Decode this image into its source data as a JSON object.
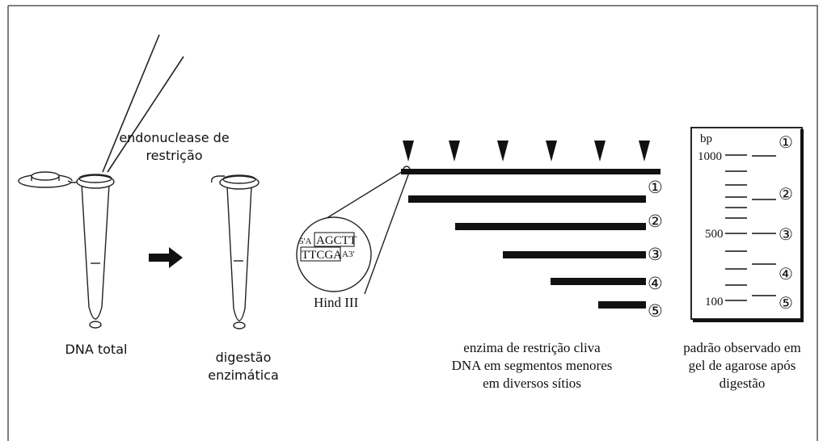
{
  "labels": {
    "endonuclease_line1": "endonuclease de",
    "endonuclease_line2": "restrição",
    "dna_total": "DNA total",
    "digestion_line1": "digestão",
    "digestion_line2": "enzimática",
    "enzyme_caption_line1": "enzima de restrição cliva",
    "enzyme_caption_line2": "DNA em segmentos menores",
    "enzyme_caption_line3": "em diversos sítios",
    "gel_caption_line1": "padrão observado em",
    "gel_caption_line2": "gel de agarose após",
    "gel_caption_line3": "digestão"
  },
  "recognition_site": {
    "enzyme_name": "Hind III",
    "five_prime": "5'A",
    "top_strand": "AGCTT",
    "bottom_strand": "TTCGA",
    "three_prime": "A3'"
  },
  "fragments": {
    "count": 5,
    "numbers": [
      "①",
      "②",
      "③",
      "④",
      "⑤"
    ]
  },
  "gel": {
    "unit": "bp",
    "ladder": [
      "1000",
      "500",
      "100"
    ],
    "lane_numbers": [
      "①",
      "②",
      "③",
      "④",
      "⑤"
    ]
  },
  "colors": {
    "ink": "#111111",
    "frame": "#555555",
    "tube_fill": "#ffffff"
  }
}
